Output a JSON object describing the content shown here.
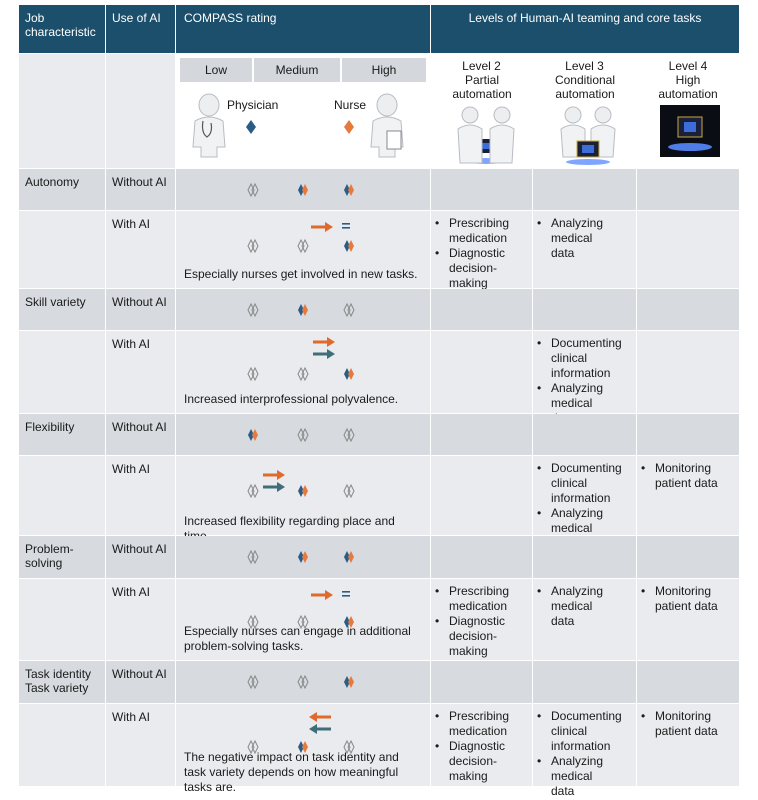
{
  "header": {
    "job_characteristic": "Job characteristic",
    "use_of_ai": "Use of AI",
    "compass_rating": "COMPASS rating",
    "levels_title": "Levels of Human-AI teaming and core tasks"
  },
  "scale": {
    "low": "Low",
    "medium": "Medium",
    "high": "High"
  },
  "levels": [
    {
      "number": "Level 2",
      "name": "Partial automation"
    },
    {
      "number": "Level 3",
      "name": "Conditional automation"
    },
    {
      "number": "Level 4",
      "name": "High automation"
    }
  ],
  "legend": {
    "physician": "Physician",
    "nurse": "Nurse"
  },
  "colors": {
    "header": "#1b4f6c",
    "physician": "#2a5c86",
    "nurse": "#e57a3c",
    "arrow_orange": "#e06a2c",
    "arrow_teal": "#3f6e78"
  },
  "rows": [
    {
      "characteristic": "Autonomy",
      "use": "Without AI",
      "note": "",
      "l2": [],
      "l3": [],
      "l4": []
    },
    {
      "characteristic": "",
      "use": "With AI",
      "note": "Especially nurses get involved in new tasks.",
      "l2": [
        "Prescribing medication",
        "Diagnostic decision-making"
      ],
      "l3": [
        "Analyzing medical data"
      ],
      "l4": []
    },
    {
      "characteristic": "Skill variety",
      "use": "Without AI",
      "note": "",
      "l2": [],
      "l3": [],
      "l4": []
    },
    {
      "characteristic": "",
      "use": "With AI",
      "note": "Increased interprofessional polyvalence.",
      "l2": [],
      "l3": [
        "Documenting clinical information",
        "Analyzing medical data"
      ],
      "l4": []
    },
    {
      "characteristic": "Flexibility",
      "use": "Without AI",
      "note": "",
      "l2": [],
      "l3": [],
      "l4": []
    },
    {
      "characteristic": "",
      "use": "With AI",
      "note": "Increased flexibility regarding place and time.",
      "l2": [],
      "l3": [
        "Documenting clinical information",
        "Analyzing medical data"
      ],
      "l4": [
        "Monitoring patient data"
      ]
    },
    {
      "characteristic": "Problem-solving",
      "use": "Without AI",
      "note": "",
      "l2": [],
      "l3": [],
      "l4": []
    },
    {
      "characteristic": "",
      "use": "With AI",
      "note": "Especially nurses can engage in additional problem-solving tasks.",
      "l2": [
        "Prescribing medication",
        "Diagnostic decision-making"
      ],
      "l3": [
        "Analyzing medical data"
      ],
      "l4": [
        "Monitoring patient data"
      ]
    },
    {
      "characteristic": "Task identity Task variety",
      "use": "Without AI",
      "note": "",
      "l2": [],
      "l3": [],
      "l4": []
    },
    {
      "characteristic": "",
      "use": "With AI",
      "note": "The negative impact on task identity and task variety depends on how meaningful tasks are.",
      "l2": [
        "Prescribing medication",
        "Diagnostic decision-making"
      ],
      "l3": [
        "Documenting clinical information",
        "Analyzing medical data"
      ],
      "l4": [
        "Monitoring patient data"
      ]
    }
  ],
  "ratings": [
    {
      "low": "empty",
      "medium": "both",
      "high": "both",
      "arrow": "none",
      "equal": false
    },
    {
      "low": "empty",
      "medium": "empty",
      "high": "both",
      "arrow": "orange-right",
      "equal": true
    },
    {
      "low": "empty",
      "medium": "both",
      "high": "empty",
      "arrow": "none",
      "equal": false
    },
    {
      "low": "empty",
      "medium": "empty",
      "high": "both",
      "arrow": "both-right",
      "equal": false
    },
    {
      "low": "both",
      "medium": "empty",
      "high": "empty",
      "arrow": "none",
      "equal": false
    },
    {
      "low": "empty",
      "medium": "both",
      "high": "empty",
      "arrow": "both-right",
      "equal": false
    },
    {
      "low": "empty",
      "medium": "both",
      "high": "both",
      "arrow": "none",
      "equal": false
    },
    {
      "low": "empty",
      "medium": "empty",
      "high": "both",
      "arrow": "orange-right",
      "equal": true
    },
    {
      "low": "empty",
      "medium": "empty",
      "high": "both",
      "arrow": "none",
      "equal": false
    },
    {
      "low": "empty",
      "medium": "both",
      "high": "empty",
      "arrow": "both-left",
      "equal": false
    }
  ]
}
